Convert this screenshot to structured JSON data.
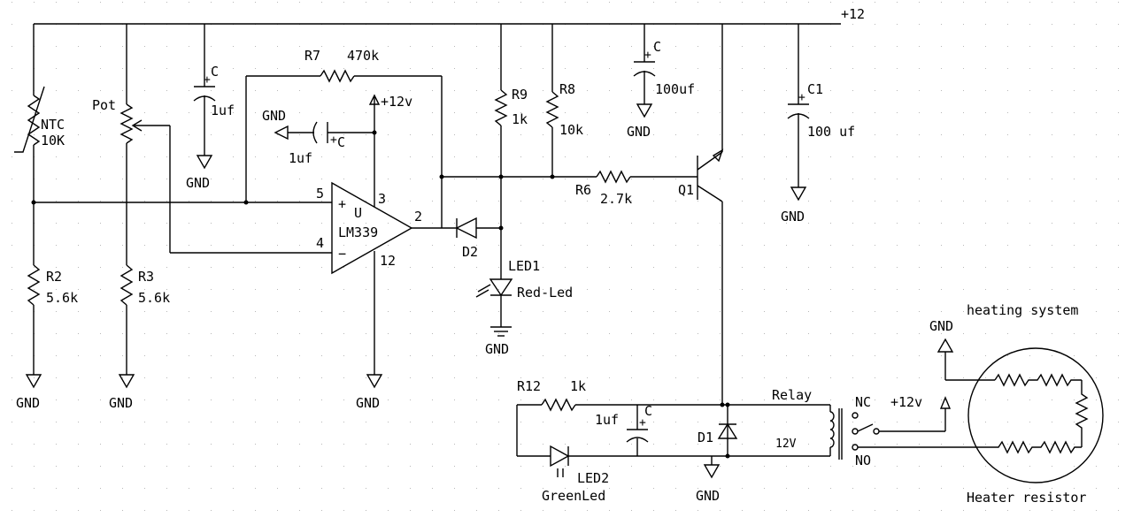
{
  "supply": {
    "rail": "+12"
  },
  "thermistor": {
    "type": "NTC",
    "value": "10K"
  },
  "potentiometer": {
    "name": "Pot"
  },
  "c_input": {
    "name": "C",
    "value": "1uf"
  },
  "c_feedback": {
    "name": "C",
    "value": "1uf"
  },
  "r7": {
    "name": "R7",
    "value": "470k"
  },
  "opamp": {
    "ref": "U",
    "part": "LM339",
    "pin_plus": "5",
    "pin_minus": "4",
    "pin_vcc": "3",
    "pin_out": "2",
    "pin_gnd": "12",
    "plus_sign": "+",
    "minus_sign": "−"
  },
  "opamp_vcc": {
    "label": "+12v"
  },
  "r9": {
    "name": "R9",
    "value": "1k"
  },
  "r8": {
    "name": "R8",
    "value": "10k"
  },
  "c_bulk1": {
    "name": "C",
    "value": "100uf"
  },
  "c1": {
    "name": "C1",
    "value": "100 uf"
  },
  "r6": {
    "name": "R6",
    "value": "2.7k"
  },
  "q1": {
    "name": "Q1"
  },
  "d2": {
    "name": "D2"
  },
  "led1": {
    "name": "LED1",
    "value": "Red-Led"
  },
  "r2": {
    "name": "R2",
    "value": "5.6k"
  },
  "r3": {
    "name": "R3",
    "value": "5.6k"
  },
  "gnd": {
    "label": "GND"
  },
  "relay_section": {
    "r12": {
      "name": "R12",
      "value": "1k"
    },
    "cap": {
      "name": "C",
      "value": "1uf"
    },
    "led2": {
      "name": "LED2",
      "value": "GreenLed"
    },
    "d1": {
      "name": "D1"
    },
    "relay": {
      "name": "Relay",
      "voltage": "12V",
      "nc": "NC",
      "no": "NO"
    },
    "supply": "+12v"
  },
  "heater": {
    "title": "heating system",
    "caption": "Heater resistor"
  }
}
